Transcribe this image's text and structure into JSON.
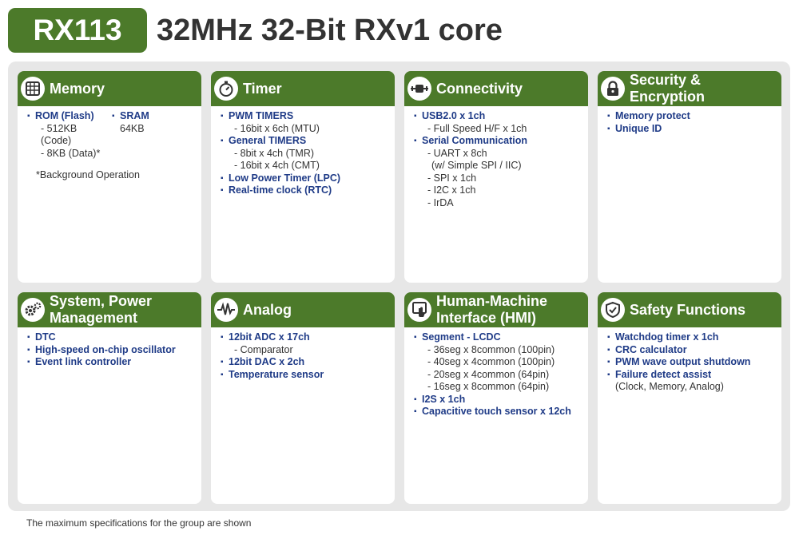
{
  "header": {
    "badge": "RX113",
    "title": "32MHz 32-Bit RXv1 core"
  },
  "cards": {
    "memory": {
      "title": "Memory",
      "icon": "memory-chip-icon",
      "rom": "ROM (Flash)",
      "rom_code": "- 512KB (Code)",
      "rom_data": "- 8KB (Data)*",
      "sram": "SRAM",
      "sram_size": "64KB",
      "note": "*Background Operation"
    },
    "timer": {
      "title": "Timer",
      "icon": "stopwatch-icon",
      "items": [
        "PWM TIMERS",
        "- 16bit x 6ch (MTU)",
        "General TIMERS",
        "- 8bit x 4ch (TMR)",
        "- 16bit x 4ch (CMT)",
        "Low Power Timer (LPC)",
        "Real-time clock (RTC)"
      ]
    },
    "connectivity": {
      "title": "Connectivity",
      "icon": "plug-icon",
      "items": [
        "USB2.0 x 1ch",
        "- Full Speed H/F x 1ch",
        "Serial Communication",
        "- UART x 8ch",
        "(w/ Simple SPI / IIC)",
        "- SPI x 1ch",
        "- I2C x 1ch",
        "- IrDA"
      ]
    },
    "security": {
      "title": "Security & Encryption",
      "icon": "padlock-icon",
      "items": [
        "Memory protect",
        "Unique ID"
      ]
    },
    "system": {
      "title": "System, Power Management",
      "icon": "gears-icon",
      "items": [
        "DTC",
        "High-speed on-chip oscillator",
        "Event link controller"
      ]
    },
    "analog": {
      "title": "Analog",
      "icon": "waveform-icon",
      "items": [
        "12bit  ADC x 17ch",
        "- Comparator",
        "12bit DAC x 2ch",
        "Temperature sensor"
      ]
    },
    "hmi": {
      "title": "Human-Machine Interface (HMI)",
      "icon": "touch-screen-icon",
      "items": [
        "Segment - LCDC",
        "- 36seg x 8common (100pin)",
        "- 40seg x 4common (100pin)",
        "- 20seg x 4common (64pin)",
        "- 16seg x 8common (64pin)",
        "I2S x 1ch",
        "Capacitive touch sensor x 12ch"
      ]
    },
    "safety": {
      "title": "Safety Functions",
      "icon": "shield-check-icon",
      "items": [
        "Watchdog timer x 1ch",
        "CRC calculator",
        "PWM wave output shutdown",
        "Failure detect assist",
        "(Clock, Memory, Analog)"
      ]
    }
  },
  "footnote": "The maximum specifications for the group are shown",
  "colors": {
    "header_green": "#4c7a2a",
    "bullet_blue": "#1f3b87",
    "panel_gray": "#e7e7e7"
  }
}
